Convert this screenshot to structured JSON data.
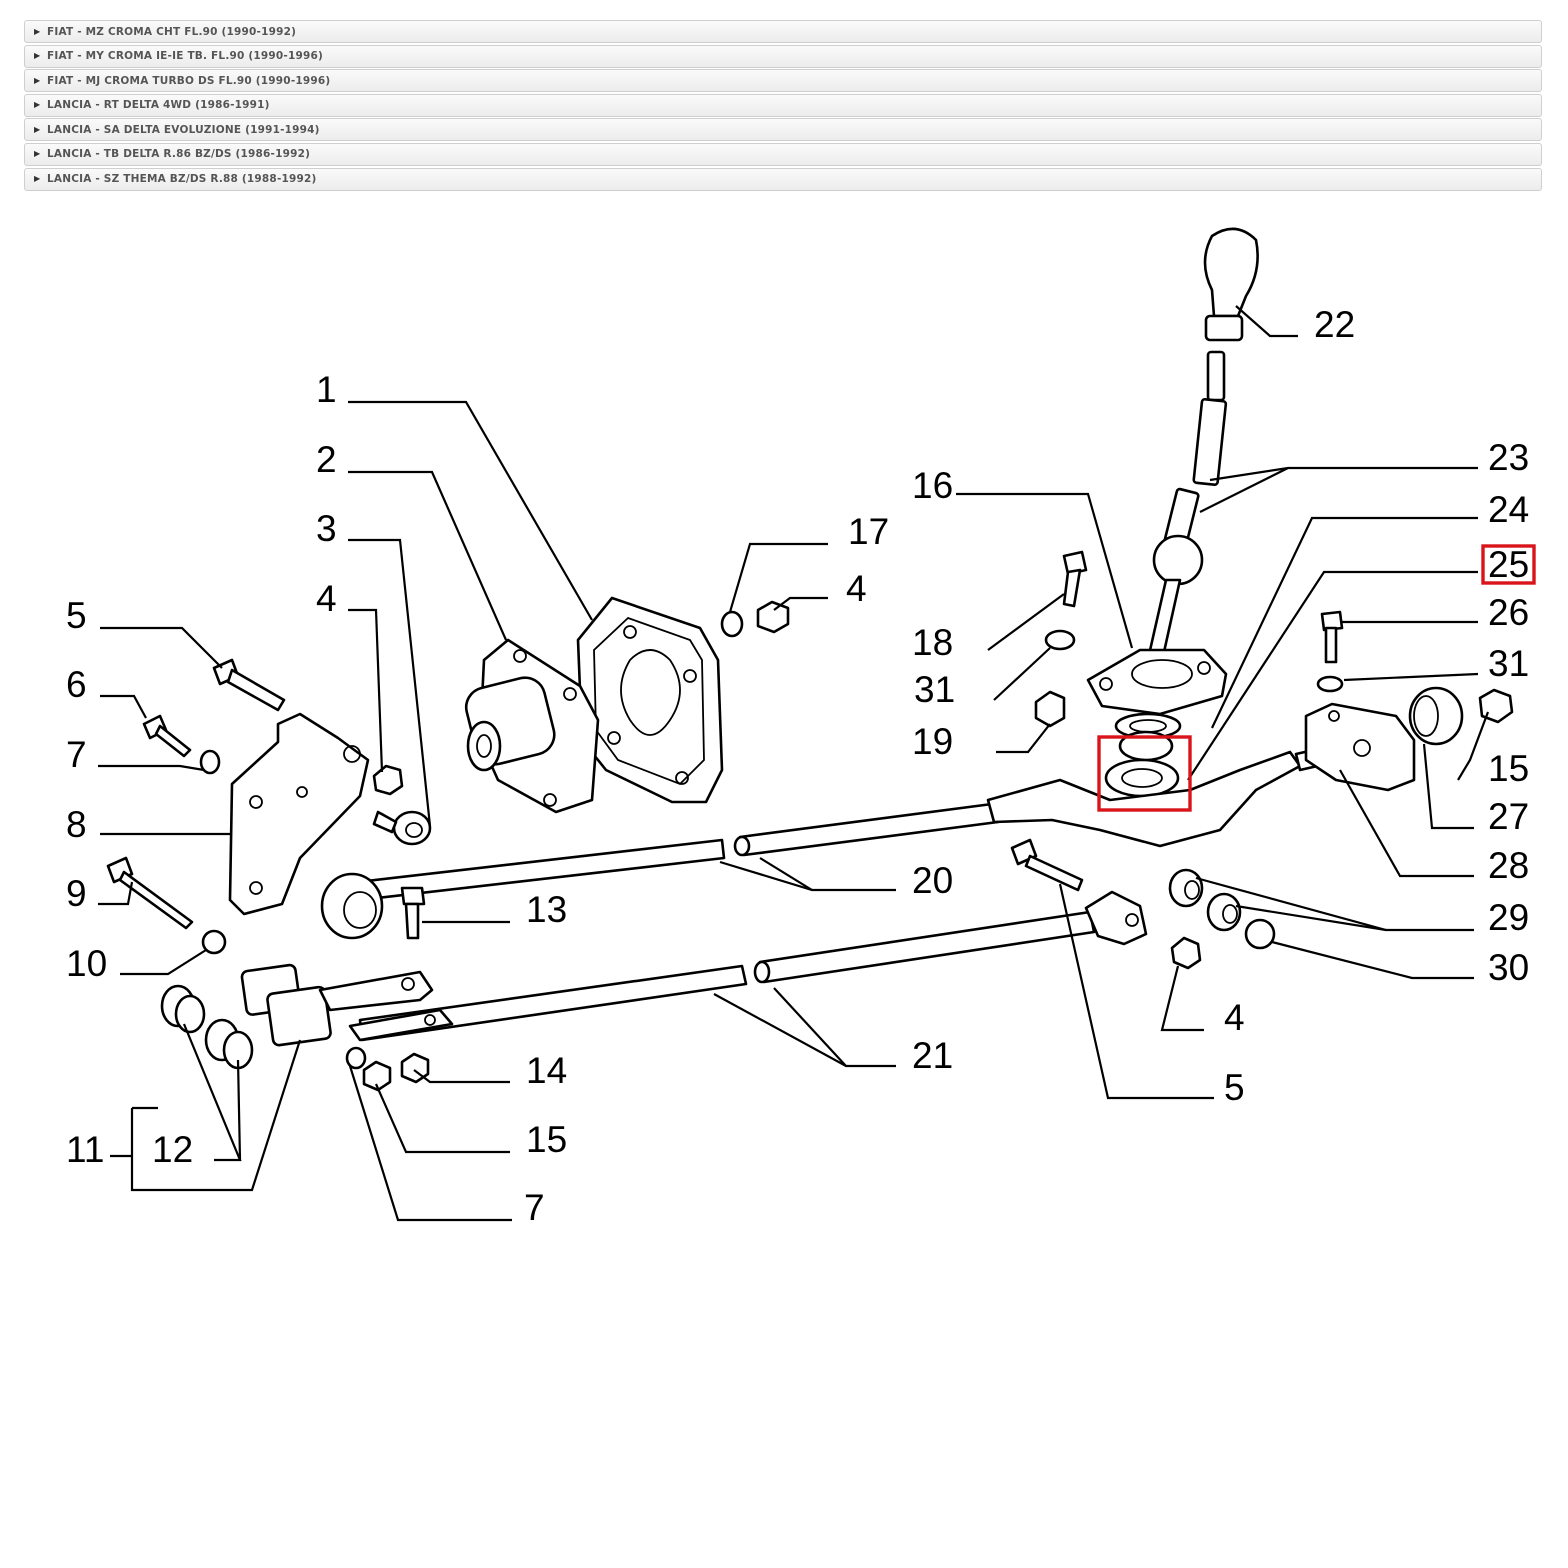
{
  "applications": [
    {
      "label": "FIAT - MZ CROMA CHT FL.90 (1990-1992)"
    },
    {
      "label": "FIAT - MY CROMA IE-IE TB. FL.90 (1990-1996)"
    },
    {
      "label": "FIAT - MJ CROMA TURBO DS FL.90 (1990-1996)"
    },
    {
      "label": "LANCIA - RT DELTA 4WD (1986-1991)"
    },
    {
      "label": "LANCIA - SA DELTA EVOLUZIONE (1991-1994)"
    },
    {
      "label": "LANCIA - TB DELTA R.86 BZ/DS (1986-1992)"
    },
    {
      "label": "LANCIA - SZ THEMA BZ/DS R.88 (1988-1992)"
    }
  ],
  "diagram": {
    "highlight_color": "#d9151b",
    "highlighted_part": "25",
    "callouts": {
      "c1": "1",
      "c2": "2",
      "c3": "3",
      "c4a": "4",
      "c5a": "5",
      "c6": "6",
      "c7a": "7",
      "c8": "8",
      "c9": "9",
      "c10": "10",
      "c11": "11",
      "c12": "12",
      "c13": "13",
      "c14": "14",
      "c15a": "15",
      "c7b": "7",
      "c17": "17",
      "c4b": "4",
      "c16": "16",
      "c18": "18",
      "c31a": "31",
      "c19": "19",
      "c20": "20",
      "c21": "21",
      "c22": "22",
      "c23": "23",
      "c24": "24",
      "c25": "25",
      "c26": "26",
      "c31b": "31",
      "c15b": "15",
      "c27": "27",
      "c28": "28",
      "c29": "29",
      "c30": "30",
      "c4c": "4",
      "c5b": "5"
    }
  }
}
